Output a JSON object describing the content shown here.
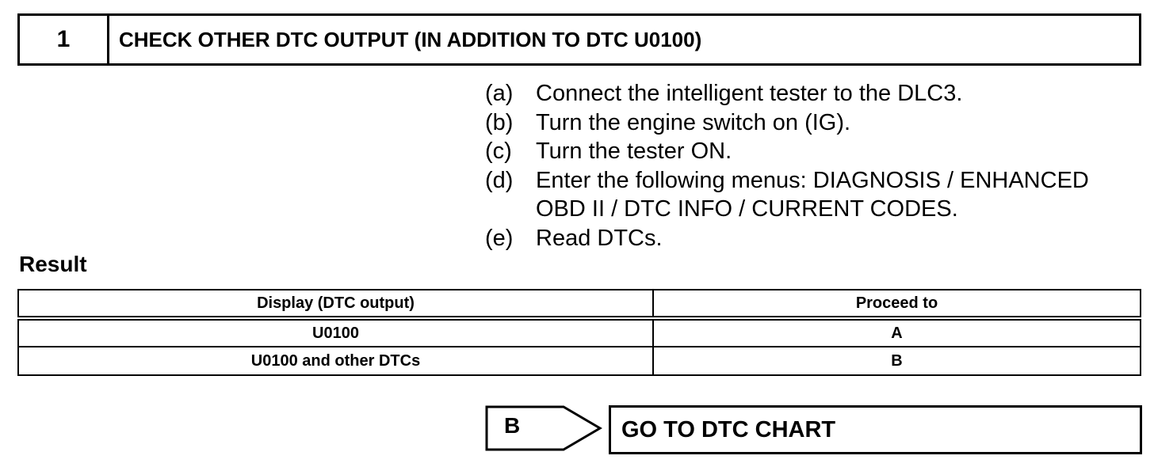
{
  "step": {
    "number": "1",
    "title": "CHECK OTHER DTC OUTPUT (IN ADDITION TO DTC U0100)"
  },
  "procedure": [
    {
      "letter": "(a)",
      "text": "Connect the intelligent tester to the DLC3."
    },
    {
      "letter": "(b)",
      "text": "Turn the engine switch on (IG)."
    },
    {
      "letter": "(c)",
      "text": "Turn the tester ON."
    },
    {
      "letter": "(d)",
      "text": "Enter the following menus: DIAGNOSIS / ENHANCED OBD II / DTC INFO / CURRENT CODES."
    },
    {
      "letter": "(e)",
      "text": "Read DTCs."
    }
  ],
  "result": {
    "heading": "Result",
    "columns": [
      "Display (DTC output)",
      "Proceed to"
    ],
    "rows": [
      [
        "U0100",
        "A"
      ],
      [
        "U0100 and other DTCs",
        "B"
      ]
    ]
  },
  "branch": {
    "letter": "B",
    "action": "GO TO DTC CHART"
  }
}
